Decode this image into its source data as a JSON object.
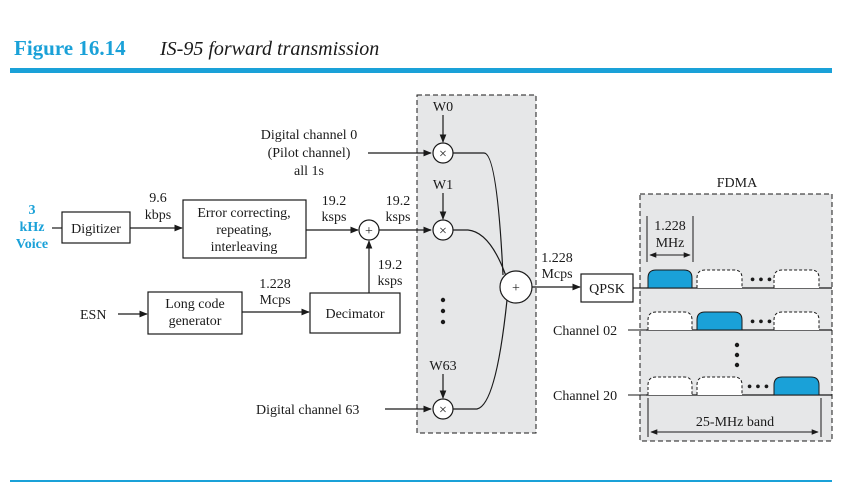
{
  "figure": {
    "label": "Figure 16.14",
    "title": "IS-95 forward transmission"
  },
  "voice_input": {
    "line1": "3",
    "line2": "kHz",
    "line3": "Voice"
  },
  "blocks": {
    "digitizer": "Digitizer",
    "error_correcting": [
      "Error correcting,",
      "repeating,",
      "interleaving"
    ],
    "long_code": [
      "Long code",
      "generator"
    ],
    "decimator": "Decimator",
    "qpsk": "QPSK"
  },
  "inputs": {
    "esn": "ESN",
    "pilot": [
      "Digital channel 0",
      "(Pilot channel)",
      "all 1s"
    ],
    "channel63": "Digital channel 63"
  },
  "rates": {
    "digitizer_out": [
      "9.6",
      "kbps"
    ],
    "ec_out": [
      "19.2",
      "ksps"
    ],
    "adder_out": [
      "19.2",
      "ksps"
    ],
    "decimator_out": [
      "19.2",
      "ksps"
    ],
    "long_code_out": [
      "1.228",
      "Mcps"
    ],
    "sum_out": [
      "1.228",
      "Mcps"
    ],
    "channel_bw": [
      "1.228",
      "MHz"
    ]
  },
  "walsh": {
    "w0": "W0",
    "w1": "W1",
    "w63": "W63",
    "multiply_symbol": "×",
    "add_symbol": "+",
    "ellipsis": "•\n•\n•"
  },
  "fdma": {
    "title": "FDMA",
    "channel02": "Channel 02",
    "channel20": "Channel 20",
    "band": "25-MHz band",
    "dots": "• • •"
  },
  "colors": {
    "accent": "#1aa1d8",
    "panel": "#e6e7e8",
    "ink": "#1a1a1a"
  }
}
